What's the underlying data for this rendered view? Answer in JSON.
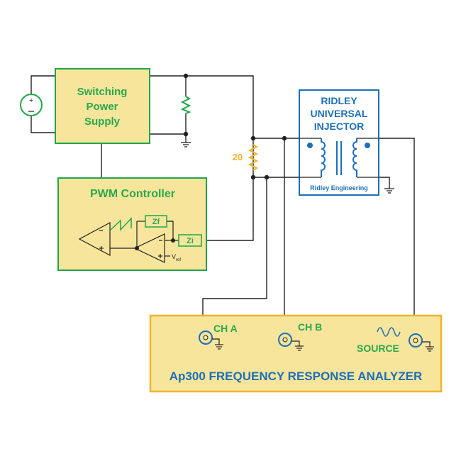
{
  "power_supply": {
    "line1": "Switching",
    "line2": "Power",
    "line3": "Supply"
  },
  "pwm_controller": {
    "title": "PWM Controller"
  },
  "impedances": {
    "zf": "Zf",
    "zi": "Zi"
  },
  "vref": {
    "main": "V",
    "sub": "ref"
  },
  "resistor_value": "20",
  "injector": {
    "line1": "RIDLEY",
    "line2": "UNIVERSAL",
    "line3": "INJECTOR",
    "footer": "Ridley Engineering"
  },
  "analyzer": {
    "title": "Ap300 FREQUENCY RESPONSE ANALYZER",
    "ch_a": "CH A",
    "ch_b": "CH B",
    "source": "SOURCE"
  },
  "colors": {
    "box_fill": "#f7e59c",
    "green_border": "#1fa74a",
    "green_text": "#2aa84a",
    "blue": "#1d6fb8",
    "orange_border": "#f0b42a",
    "wire": "#222222"
  }
}
